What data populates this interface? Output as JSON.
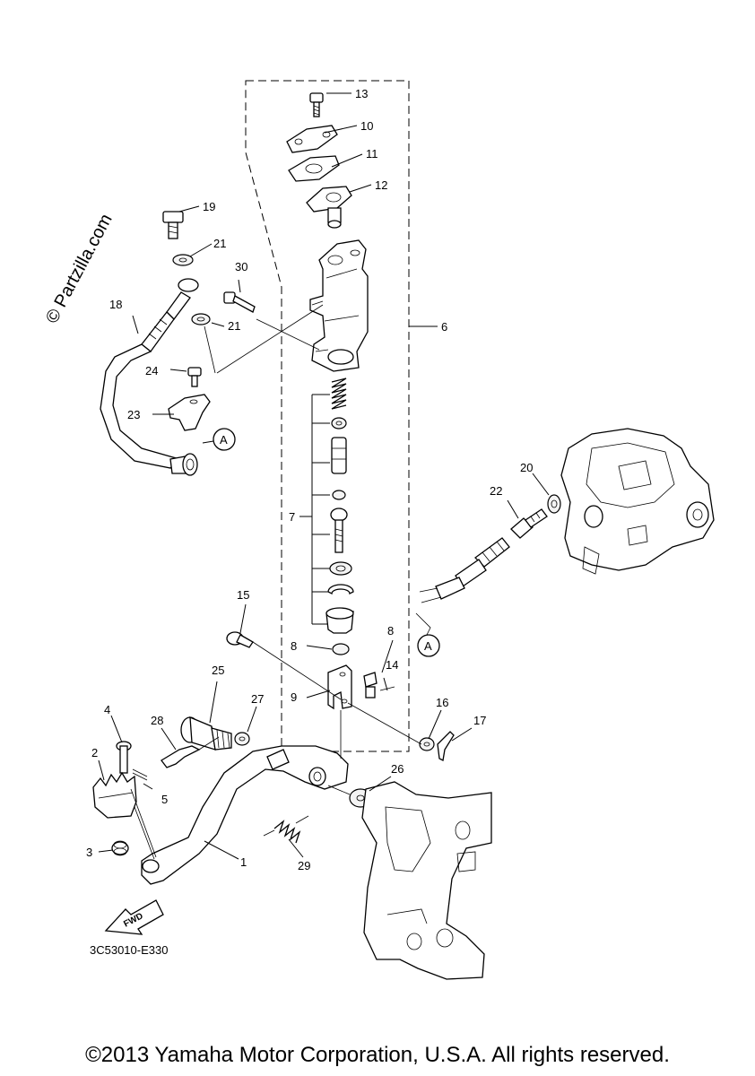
{
  "watermark": "© Partzilla.com",
  "diagram_code": "3C53010-E330",
  "copyright": "©2013 Yamaha Motor Corporation, U.S.A. All rights reserved.",
  "fwd_label": "FWD",
  "ref_marker": "A",
  "callouts": {
    "c1": "1",
    "c2": "2",
    "c3": "3",
    "c4": "4",
    "c5": "5",
    "c6": "6",
    "c7": "7",
    "c8a": "8",
    "c8b": "8",
    "c9": "9",
    "c10": "10",
    "c11": "11",
    "c12": "12",
    "c13": "13",
    "c14": "14",
    "c15": "15",
    "c16": "16",
    "c17": "17",
    "c18": "18",
    "c19": "19",
    "c20": "20",
    "c21a": "21",
    "c21b": "21",
    "c22": "22",
    "c23": "23",
    "c24": "24",
    "c25": "25",
    "c26": "26",
    "c27": "27",
    "c28": "28",
    "c29": "29",
    "c30": "30"
  }
}
